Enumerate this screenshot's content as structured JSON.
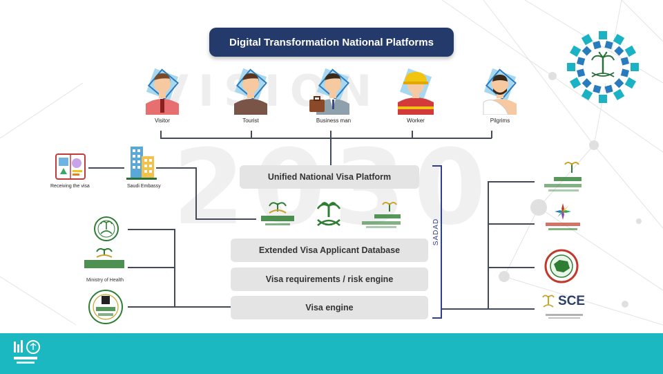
{
  "title": "Digital Transformation National Platforms",
  "watermark": {
    "big": "2030",
    "mid": "VISION"
  },
  "personas": [
    {
      "label": "Visitor",
      "shirt": "#e76f6f"
    },
    {
      "label": "Tourist",
      "shirt": "#7a5446"
    },
    {
      "label": "Business man",
      "shirt": "#8fa0ad"
    },
    {
      "label": "Worker",
      "shirt": "#d33a3a"
    },
    {
      "label": "Pilgrims",
      "shirt": "#ffffff"
    }
  ],
  "embassy": {
    "receiving_label": "Receiving the visa",
    "embassy_label": "Saudi Embassy"
  },
  "platforms": {
    "unified": "Unified National Visa Platform",
    "database": "Extended Visa Applicant Database",
    "requirements": "Visa requirements / risk engine",
    "engine": "Visa engine"
  },
  "sadad": "SADAD",
  "ministry_health_en": "Ministry of Health",
  "sce": "SCE",
  "colors": {
    "banner": "#243a6b",
    "footer": "#1cb8c2",
    "bracket": "#2c3e8c",
    "line": "#44495a",
    "pill": "#e4e4e4"
  }
}
